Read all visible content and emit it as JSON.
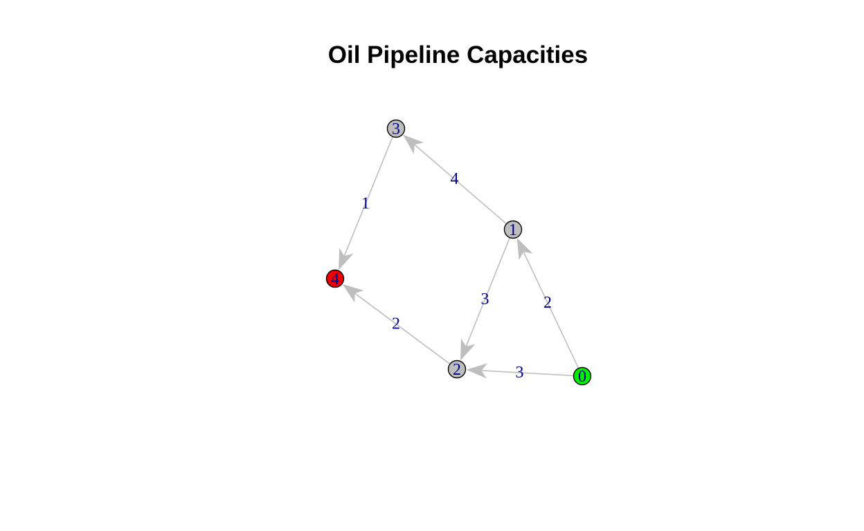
{
  "title": "Oil Pipeline Capacities",
  "colors": {
    "edge": "#bebebe",
    "edge_label": "#00008b",
    "node_default": "#bebebe",
    "node_outline": "#000000",
    "node_label": "#00008b"
  },
  "nodes": [
    {
      "id": "0",
      "label": "0",
      "color": "#00ee00",
      "role": "source"
    },
    {
      "id": "1",
      "label": "1",
      "color": "#bebebe"
    },
    {
      "id": "2",
      "label": "2",
      "color": "#bebebe"
    },
    {
      "id": "3",
      "label": "3",
      "color": "#bebebe"
    },
    {
      "id": "4",
      "label": "4",
      "color": "#ee0000",
      "role": "sink"
    }
  ],
  "edges": [
    {
      "from": "0",
      "to": "1",
      "capacity": "2"
    },
    {
      "from": "0",
      "to": "2",
      "capacity": "3"
    },
    {
      "from": "1",
      "to": "2",
      "capacity": "3"
    },
    {
      "from": "1",
      "to": "3",
      "capacity": "4"
    },
    {
      "from": "2",
      "to": "4",
      "capacity": "2"
    },
    {
      "from": "3",
      "to": "4",
      "capacity": "1"
    }
  ]
}
